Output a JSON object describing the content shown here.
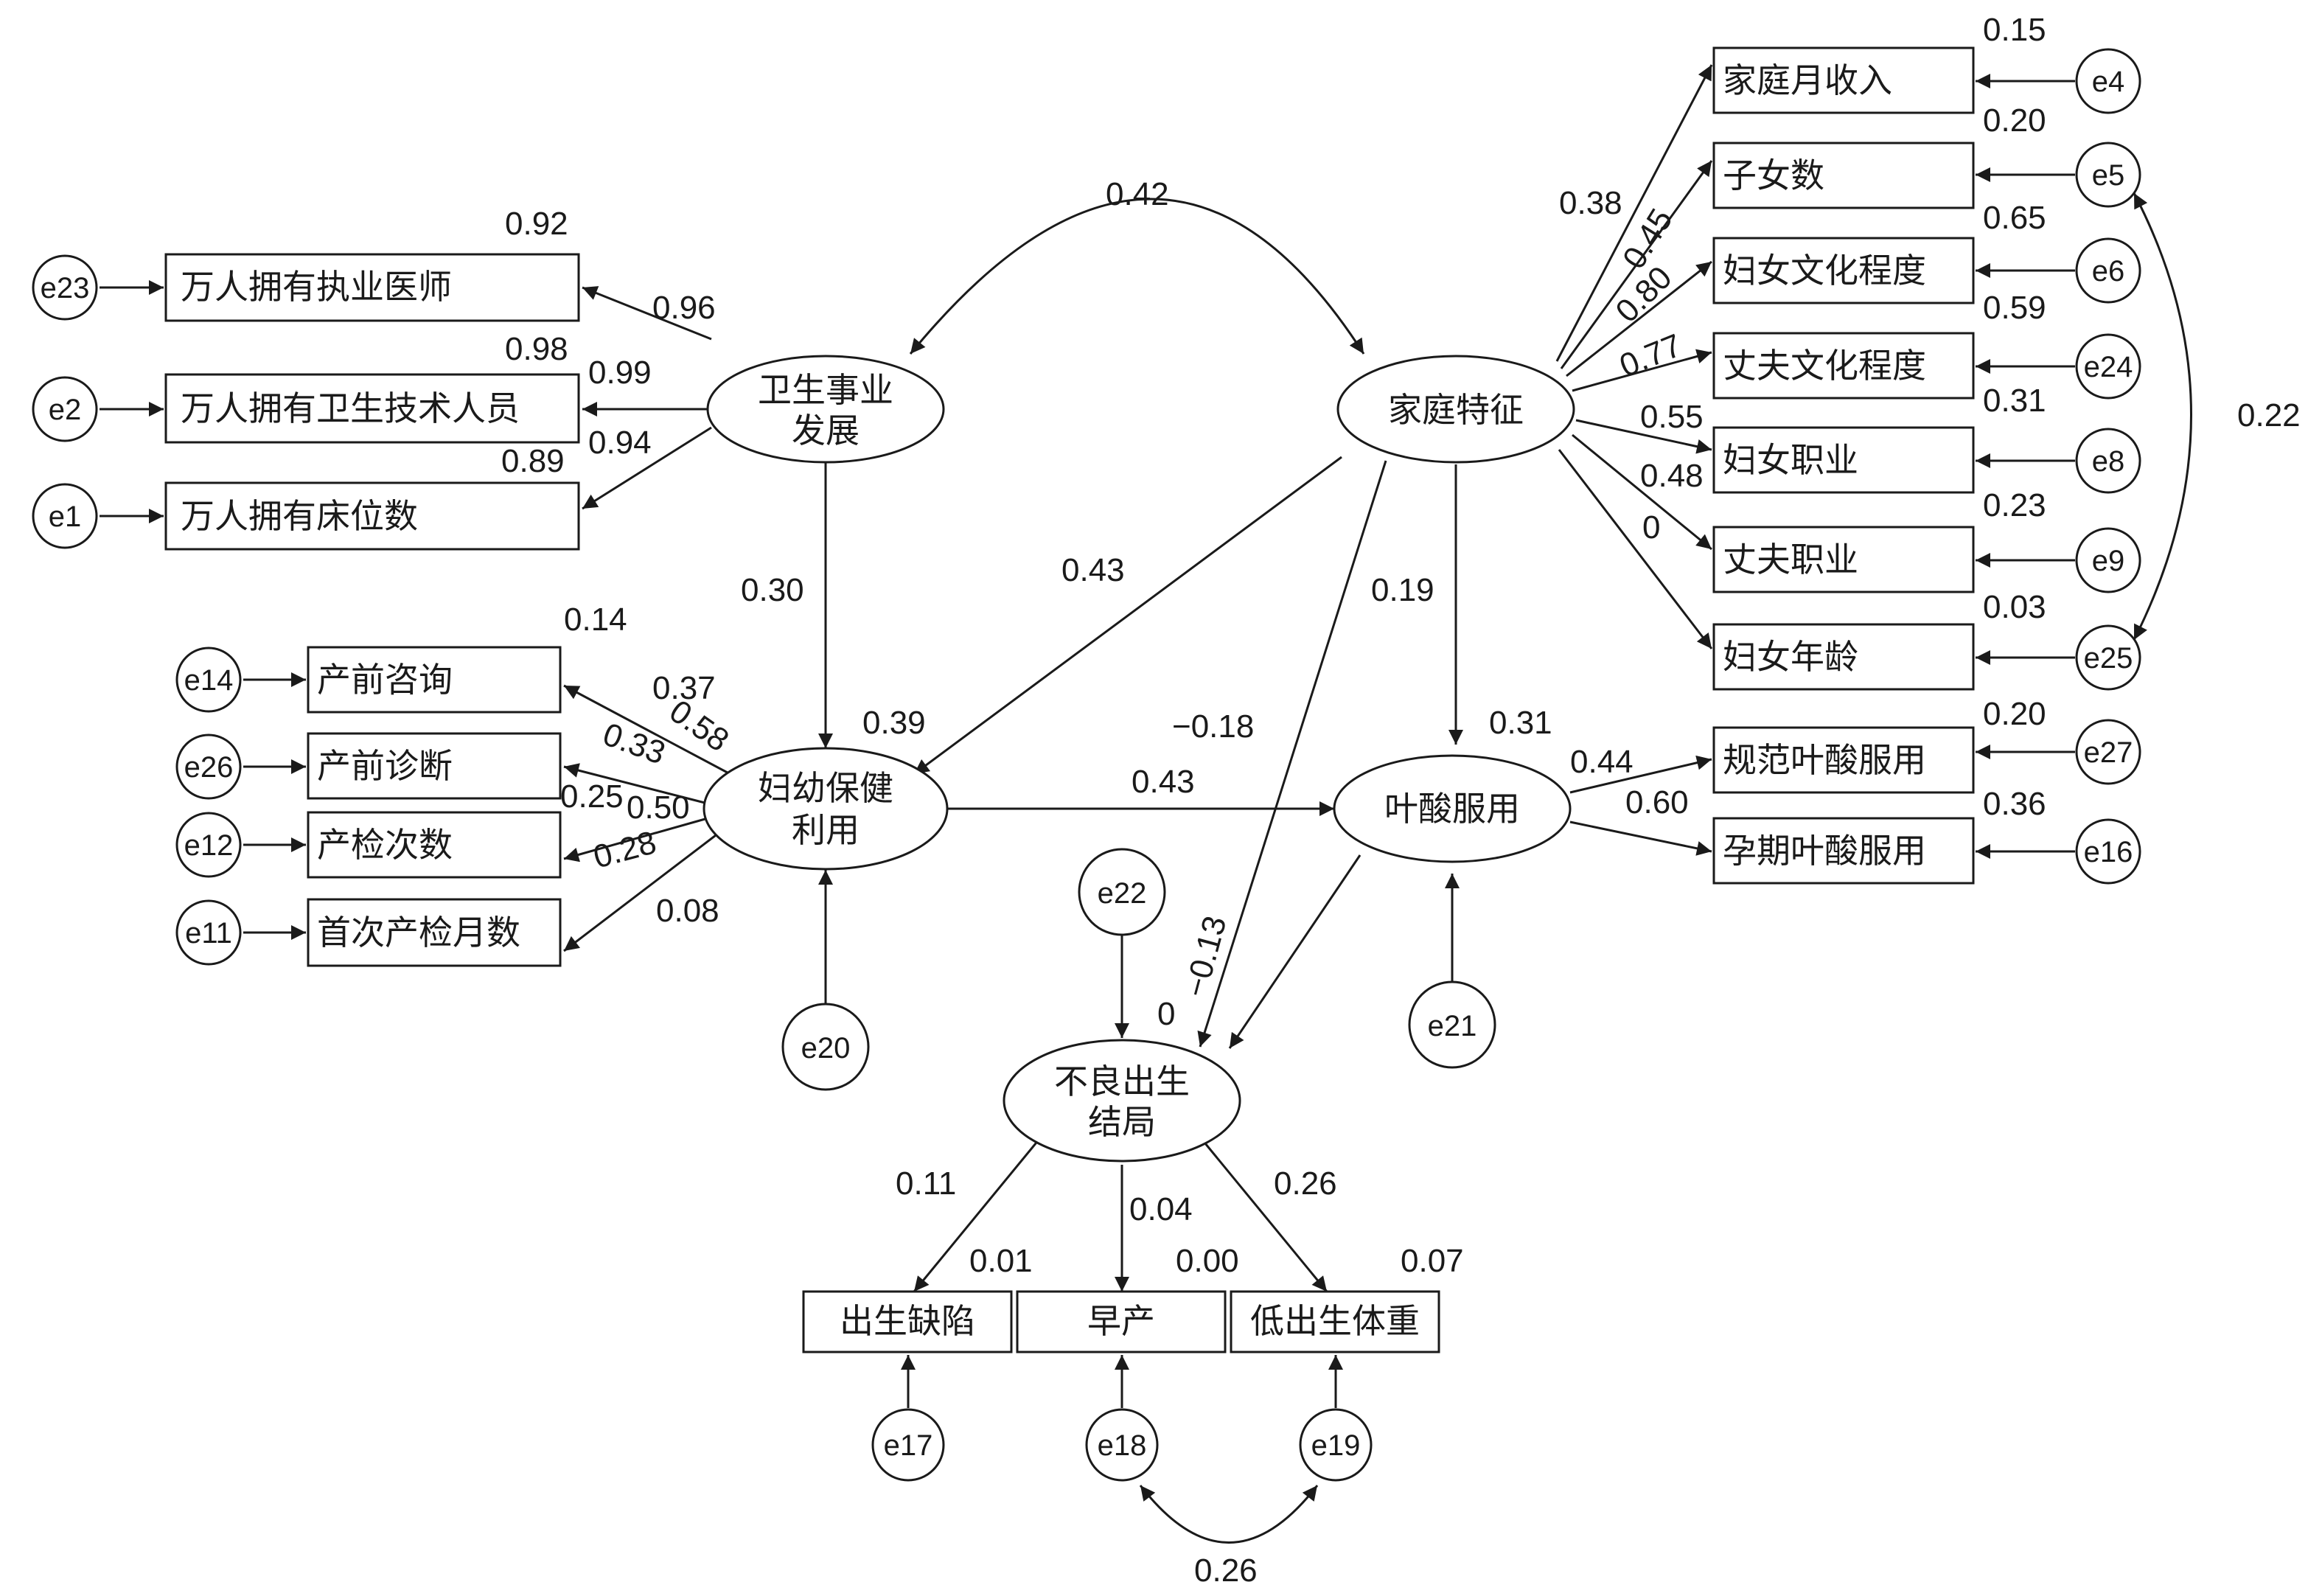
{
  "latent": {
    "health_dev": [
      "卫生事业",
      "发展"
    ],
    "family": [
      "家庭特征"
    ],
    "mch": [
      "妇幼保健",
      "利用"
    ],
    "folic": [
      "叶酸服用"
    ],
    "adverse": [
      "不良出生",
      "结局"
    ]
  },
  "observed": {
    "doctors": "万人拥有执业医师",
    "tech_staff": "万人拥有卫生技术人员",
    "beds": "万人拥有床位数",
    "prenatal_consult": "产前咨询",
    "prenatal_diag": "产前诊断",
    "checkup_count": "产检次数",
    "first_checkup_month": "首次产检月数",
    "income": "家庭月收入",
    "children": "子女数",
    "wife_edu": "妇女文化程度",
    "husband_edu": "丈夫文化程度",
    "wife_job": "妇女职业",
    "husband_job": "丈夫职业",
    "wife_age": "妇女年龄",
    "std_folic": "规范叶酸服用",
    "preg_folic": "孕期叶酸服用",
    "birth_defect": "出生缺陷",
    "preterm": "早产",
    "low_weight": "低出生体重"
  },
  "errors": {
    "e23": "e23",
    "e2": "e2",
    "e1": "e1",
    "e14": "e14",
    "e26": "e26",
    "e12": "e12",
    "e11": "e11",
    "e4": "e4",
    "e5": "e5",
    "e6": "e6",
    "e24": "e24",
    "e8": "e8",
    "e9": "e9",
    "e25": "e25",
    "e27": "e27",
    "e16": "e16",
    "e20": "e20",
    "e21": "e21",
    "e22": "e22",
    "e17": "e17",
    "e18": "e18",
    "e19": "e19"
  },
  "coefficients": {
    "r2_doctors": "0.92",
    "load_doctors": "0.96",
    "r2_tech": "0.98",
    "load_tech": "0.99",
    "r2_beds": "0.89",
    "load_beds": "0.94",
    "cov_hd_family": "0.42",
    "hd_to_mch": "0.30",
    "family_to_mch": "0.43",
    "family_to_folic": "0.19",
    "family_to_adverse": "−0.18",
    "mch_to_folic": "0.43",
    "folic_to_adverse": "−0.13",
    "r2_mch": "0.39",
    "r2_folic": "0.31",
    "r2_adverse": "0",
    "r2_consult": "0.14",
    "load_consult": "0.37",
    "r2_diag": "0.33",
    "load_diag": "0.58",
    "r2_count": "0.25",
    "load_count": "0.50",
    "r2_first": "0.08",
    "load_first": "0.28",
    "r2_income": "0.15",
    "load_income": "0.38",
    "r2_children": "0.20",
    "load_children": "0.45",
    "r2_wife_edu": "0.65",
    "load_wife_edu": "0.80",
    "r2_husband_edu": "0.59",
    "load_husband_edu": "0.77",
    "r2_wife_job": "0.31",
    "load_wife_job": "0.55",
    "r2_husband_job": "0.23",
    "load_husband_job": "0.48",
    "r2_wife_age": "0.03",
    "load_wife_age": "0",
    "cov_e5_e25": "0.22",
    "r2_std_folic": "0.20",
    "load_std_folic": "0.44",
    "r2_preg_folic": "0.36",
    "load_preg_folic": "0.60",
    "load_defect": "0.11",
    "r2_defect": "0.01",
    "load_preterm": "0.04",
    "r2_preterm": "0.00",
    "load_lowweight": "0.26",
    "r2_lowweight": "0.07",
    "cov_e18_e19": "0.26"
  }
}
